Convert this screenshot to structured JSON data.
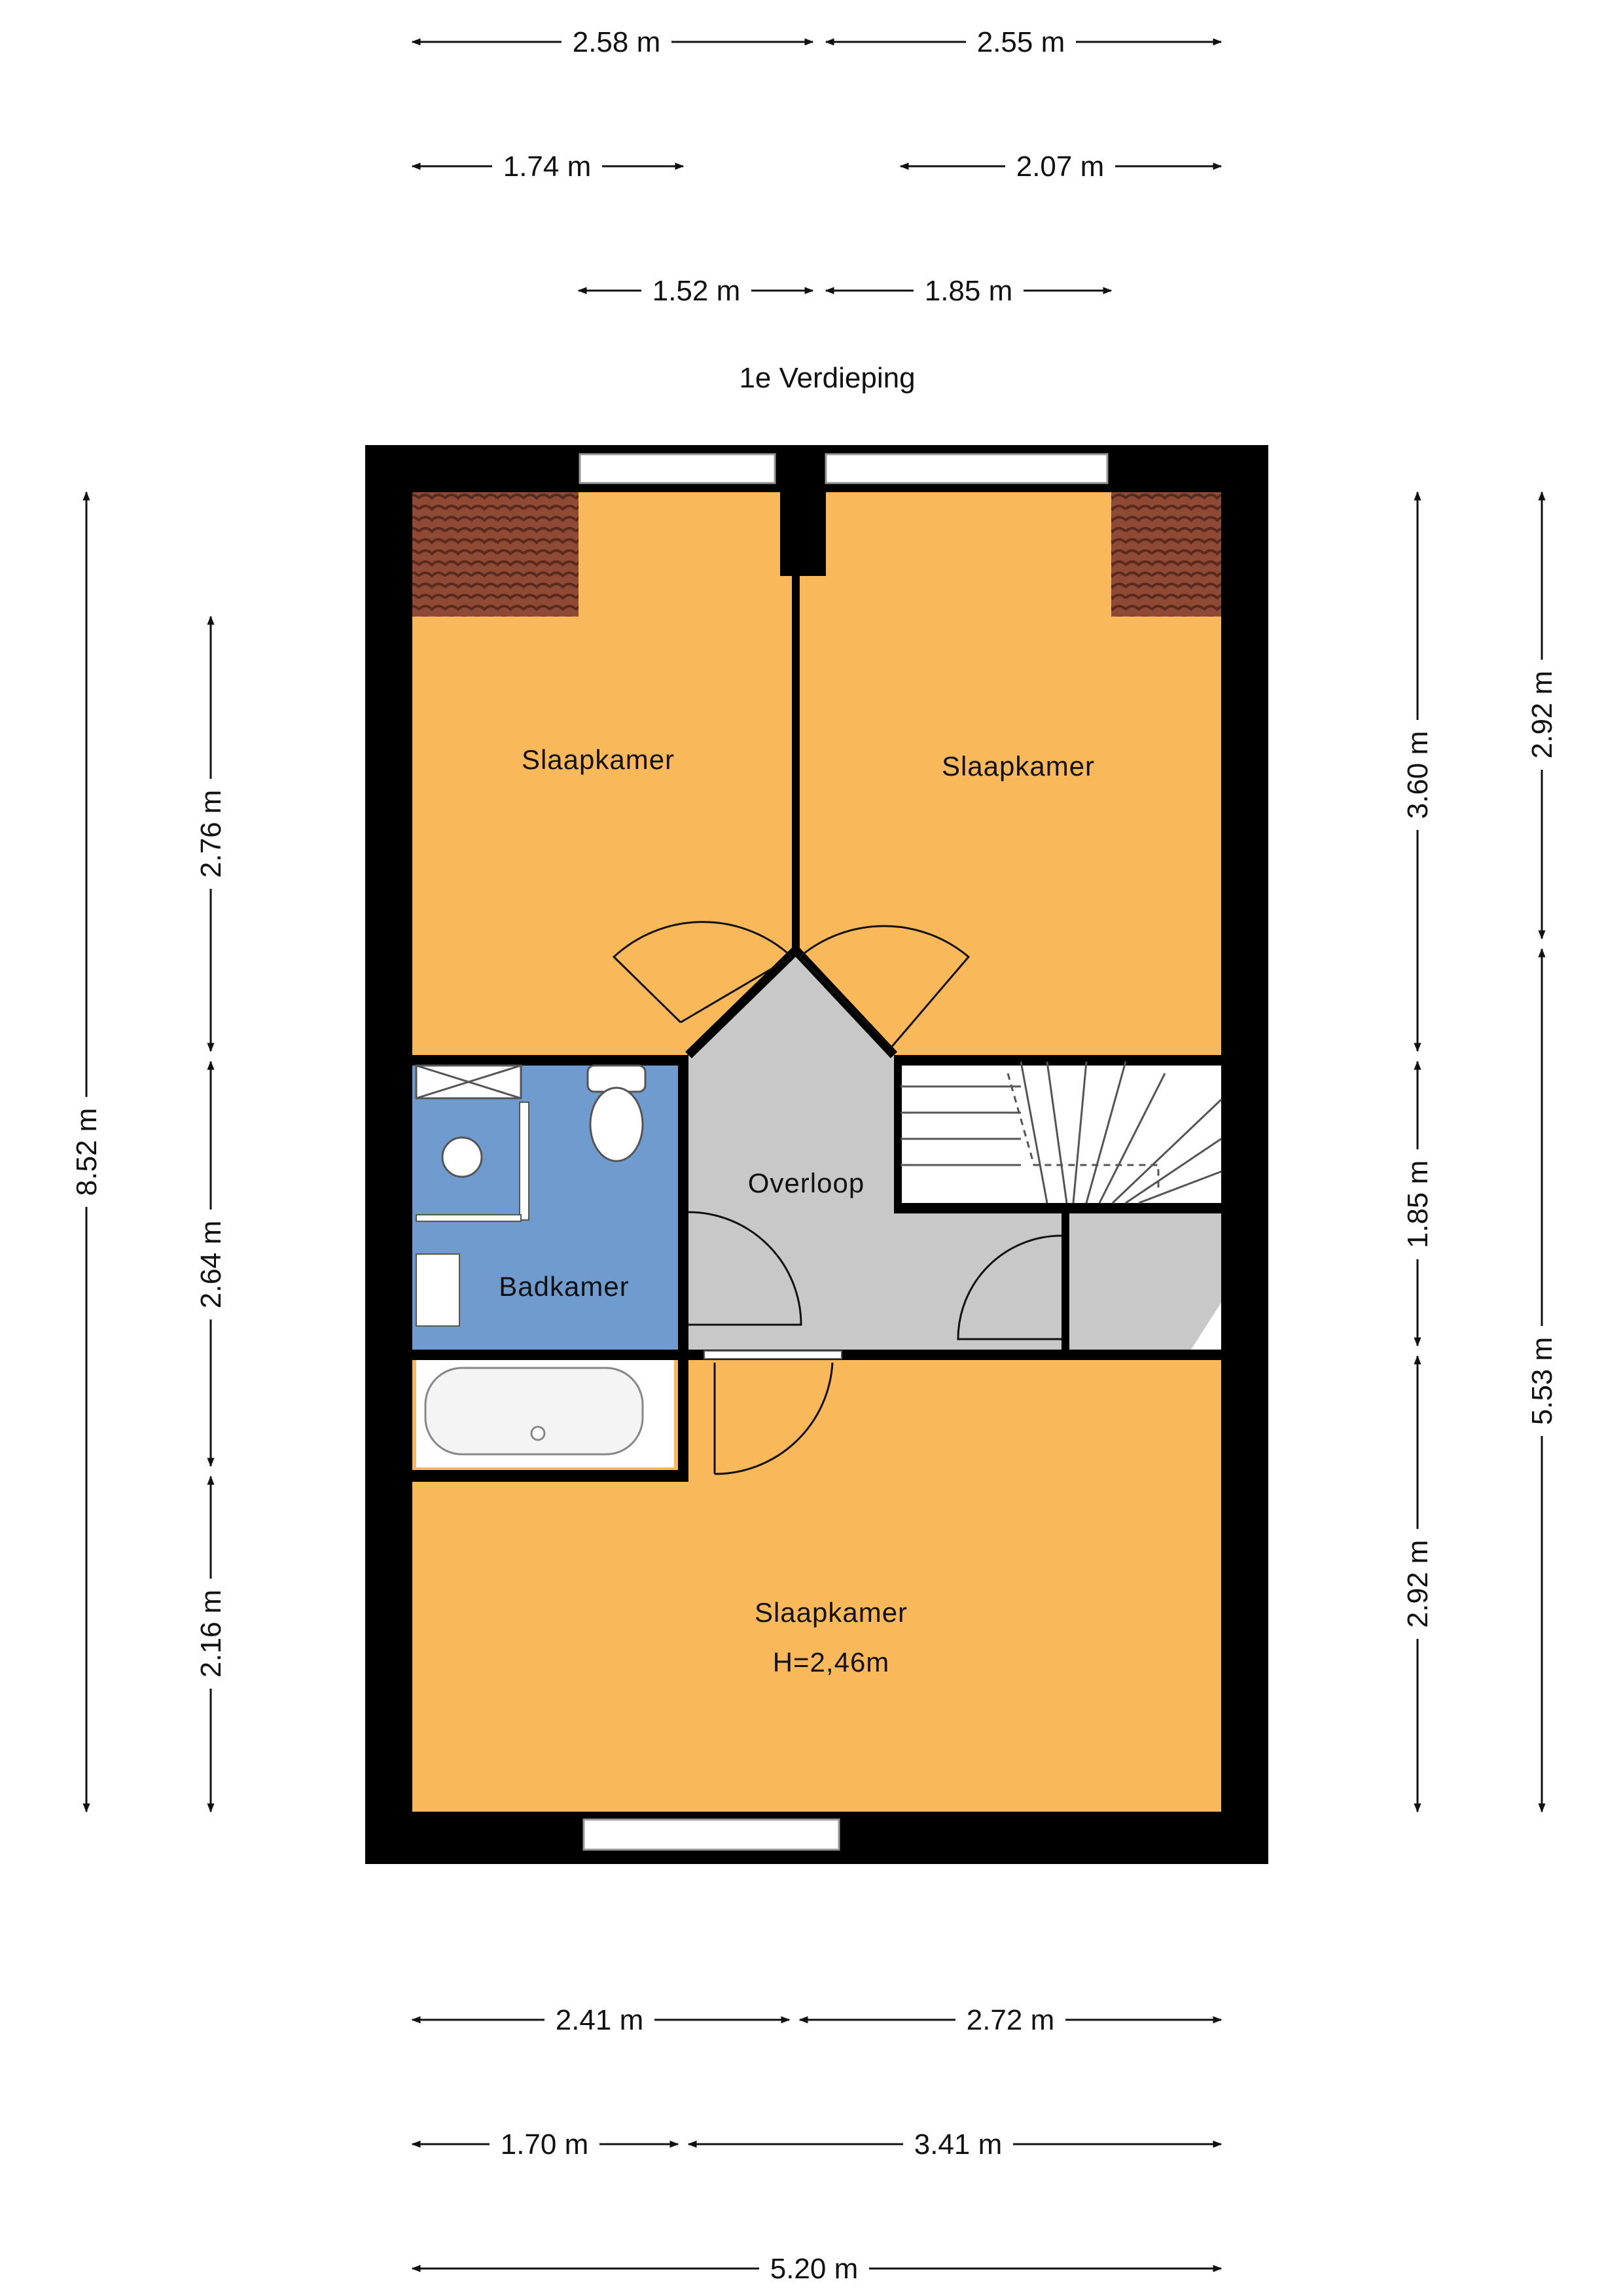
{
  "floor_title": "1e Verdieping",
  "colors": {
    "bedroom": "#F9B95A",
    "bathroom": "#6F9BCF",
    "landing": "#C8C8C8",
    "wall": "#000000",
    "roof_tiles": "#8E4A34"
  },
  "rooms": {
    "bedroom_top_left": "Slaapkamer",
    "bedroom_top_right": "Slaapkamer",
    "bedroom_bottom": "Slaapkamer",
    "bedroom_bottom_height": "H=2,46m",
    "bathroom": "Badkamer",
    "landing": "Overloop"
  },
  "dimensions": {
    "top_row1": [
      "2.58 m",
      "2.55 m"
    ],
    "top_row2": [
      "1.74 m",
      "2.07 m"
    ],
    "top_row3": [
      "1.52 m",
      "1.85 m"
    ],
    "bottom_row1": [
      "2.41 m",
      "2.72 m"
    ],
    "bottom_row2": [
      "1.70 m",
      "3.41 m"
    ],
    "bottom_row3": [
      "5.20 m"
    ],
    "left_outer": [
      "8.52 m"
    ],
    "left_inner": [
      "2.76 m",
      "2.64 m",
      "2.16 m"
    ],
    "right_inner": [
      "3.60 m",
      "1.85 m",
      "2.92 m"
    ],
    "right_outer": [
      "2.92 m",
      "5.53 m"
    ]
  }
}
